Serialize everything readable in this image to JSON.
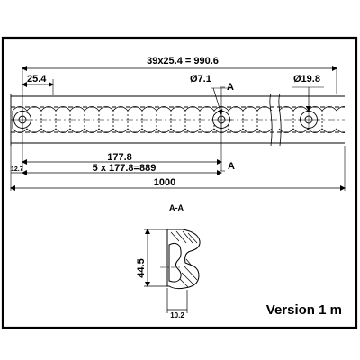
{
  "drawing": {
    "total_pitch": "39x25.4 = 990.6",
    "pitch": "25.4",
    "hole_dia": "Ø7.1",
    "outer_dia": "Ø19.8",
    "section_top": "A",
    "section_bottom": "A",
    "spacing": "177.8",
    "spacing_total": "5 x 177.8=889",
    "end_offset": "12.7",
    "length": "1000",
    "section_title": "A-A",
    "height": "44.5",
    "width": "10.2",
    "version": "Version 1 m"
  }
}
